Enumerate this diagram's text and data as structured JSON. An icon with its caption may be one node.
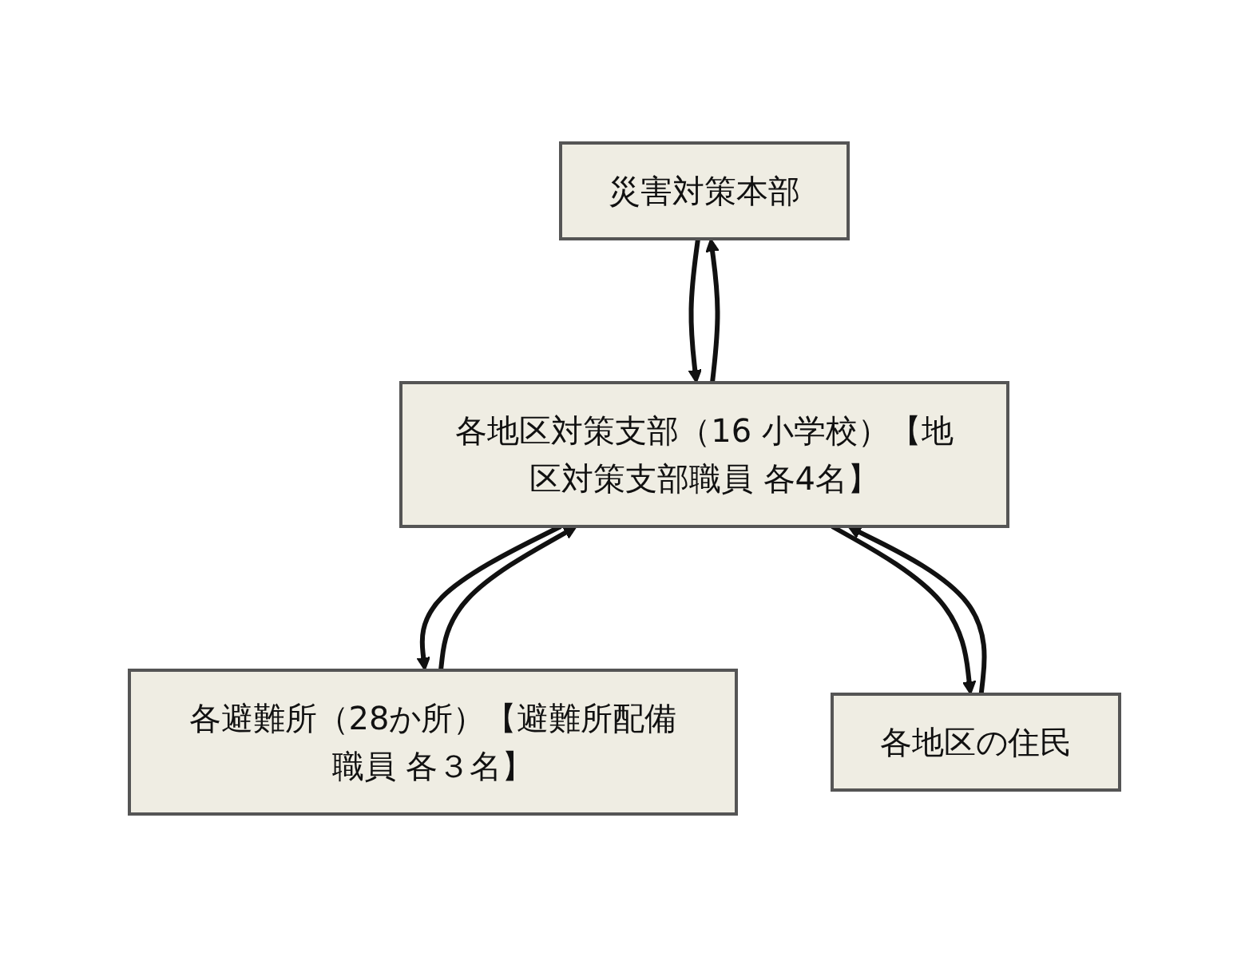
{
  "diagram": {
    "nodes": [
      {
        "text": [
          "災害対策本部"
        ]
      },
      {
        "text": [
          "各地区対策支部（16 小学校）【地区対策支部職員 各4名】"
        ]
      },
      {
        "text": [
          "各避難所（28か所）【避難所配備職員 各３名】"
        ]
      },
      {
        "text": [
          "各地区の住民"
        ]
      }
    ],
    "edges": [
      {
        "from": 1,
        "to": 0,
        "arrow": "to"
      },
      {
        "from": 0,
        "to": 1,
        "arrow": "to"
      },
      {
        "from": 2,
        "to": 1,
        "arrow": "to"
      },
      {
        "from": 1,
        "to": 2,
        "arrow": "to"
      },
      {
        "from": 3,
        "to": 1,
        "arrow": "to"
      },
      {
        "from": 1,
        "to": 3,
        "arrow": "to"
      }
    ]
  }
}
